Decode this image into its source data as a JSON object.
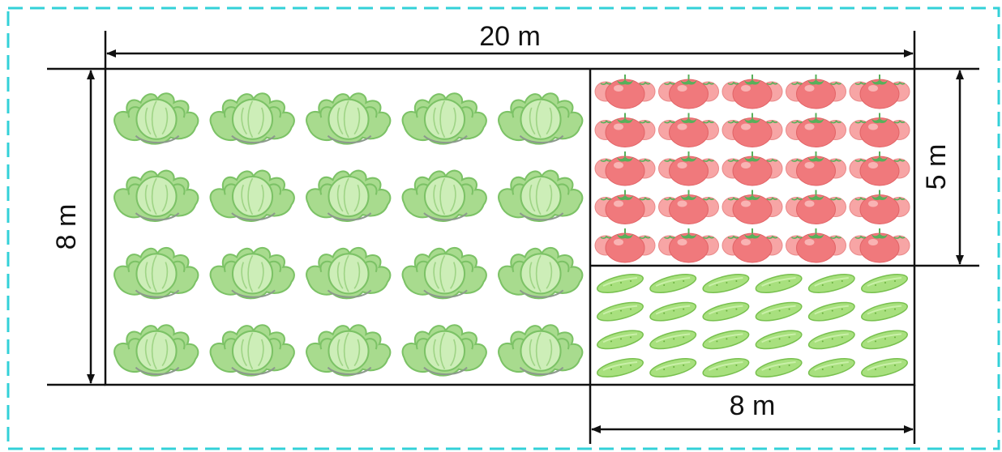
{
  "labels": {
    "total_length": "20 m",
    "height": "8 m",
    "tomato_height": "5 m",
    "bottom_width": "8 m"
  },
  "grid": {
    "cabbage": {
      "rows": 4,
      "cols": 5
    },
    "tomato": {
      "rows": 5,
      "cols": 5
    },
    "cucumber": {
      "rows": 4,
      "cols": 6
    }
  },
  "colors": {
    "frame_dashed": "#33d1d8",
    "line": "#111111",
    "cabbage_light": "#cdeeb8",
    "cabbage_mid": "#a8db8e",
    "cabbage_dark": "#7cc266",
    "tomato": "#f0797c",
    "tomato_light": "#f7a5a5",
    "tomato_leaf": "#58b05a",
    "cucumber": "#a8e07e",
    "cucumber_dark": "#78c04e"
  }
}
